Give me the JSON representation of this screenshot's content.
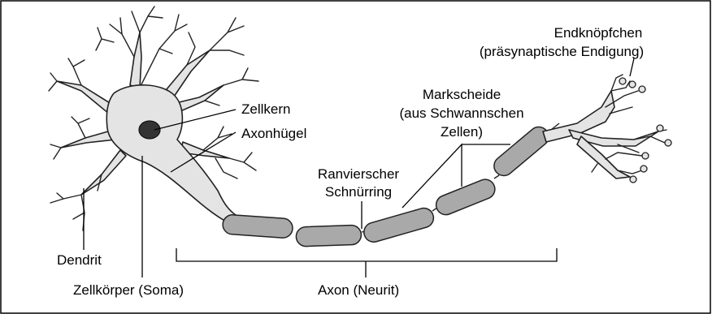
{
  "labels": {
    "zellkern": "Zellkern",
    "axonhuegel": "Axonhügel",
    "dendrit": "Dendrit",
    "zellkoerper": "Zellkörper (Soma)",
    "axon": "Axon (Neurit)",
    "ranvier": [
      "Ranvierscher",
      "Schnürring"
    ],
    "markscheide": [
      "Markscheide",
      "(aus Schwannschen",
      "Zellen)"
    ],
    "endknoepfchen": [
      "Endknöpfchen",
      "(präsynaptische Endigung)"
    ]
  },
  "colors": {
    "cell_fill": "#e4e4e4",
    "myelin_fill": "#a9a9a9",
    "nucleus_fill": "#333333",
    "outline": "#222222",
    "frame": "#000000"
  }
}
